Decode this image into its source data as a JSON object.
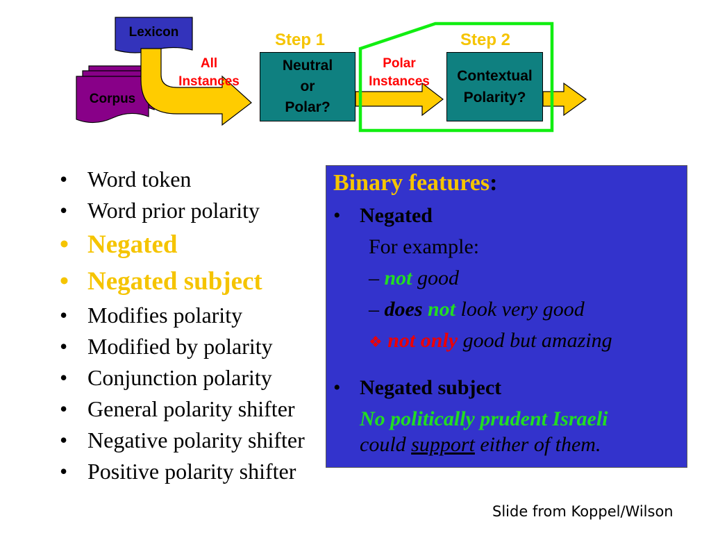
{
  "diagram": {
    "lexicon": "Lexicon",
    "corpus": "Corpus",
    "all_instances": [
      "All",
      "Instances"
    ],
    "step1": "Step 1",
    "step2": "Step 2",
    "neutral_or_polar": [
      "Neutral",
      "or",
      "Polar?"
    ],
    "polar_instances": [
      "Polar",
      "Instances"
    ],
    "contextual_polarity": [
      "Contextual",
      "Polarity?"
    ]
  },
  "features_list": [
    {
      "text": "Word token",
      "highlight": false
    },
    {
      "text": "Word prior polarity",
      "highlight": false
    },
    {
      "text": "Negated",
      "highlight": true
    },
    {
      "text": "Negated subject",
      "highlight": true
    },
    {
      "text": "Modifies polarity",
      "highlight": false
    },
    {
      "text": "Modified by polarity",
      "highlight": false
    },
    {
      "text": "Conjunction polarity",
      "highlight": false
    },
    {
      "text": "General polarity shifter",
      "highlight": false
    },
    {
      "text": "Negative polarity shifter",
      "highlight": false
    },
    {
      "text": "Positive polarity shifter",
      "highlight": false
    }
  ],
  "panel": {
    "title": "Binary features",
    "title_colon": ":",
    "bullet1": "Negated",
    "for_example": "For example:",
    "ex1": {
      "dash": "–",
      "not": "not",
      "rest": "good"
    },
    "ex2": {
      "dash": "–",
      "does": "does",
      "not": "not",
      "rest": "look very good"
    },
    "ex3": {
      "mark": "❖",
      "not_only": "not only",
      "rest": "good but amazing"
    },
    "bullet2": "Negated subject",
    "sentence_green": "No politically prudent Israeli",
    "sentence_could": "could",
    "sentence_support": "support",
    "sentence_rest": "either of them."
  },
  "colors": {
    "yellow": "#f5c400",
    "teal": "#0f8080",
    "panel_blue": "#3333cc",
    "green": "#22dd22",
    "red": "#ee0000",
    "lexicon_blue": "#3333bb",
    "corpus_purple": "#880088"
  },
  "credit": "Slide from Koppel/Wilson"
}
